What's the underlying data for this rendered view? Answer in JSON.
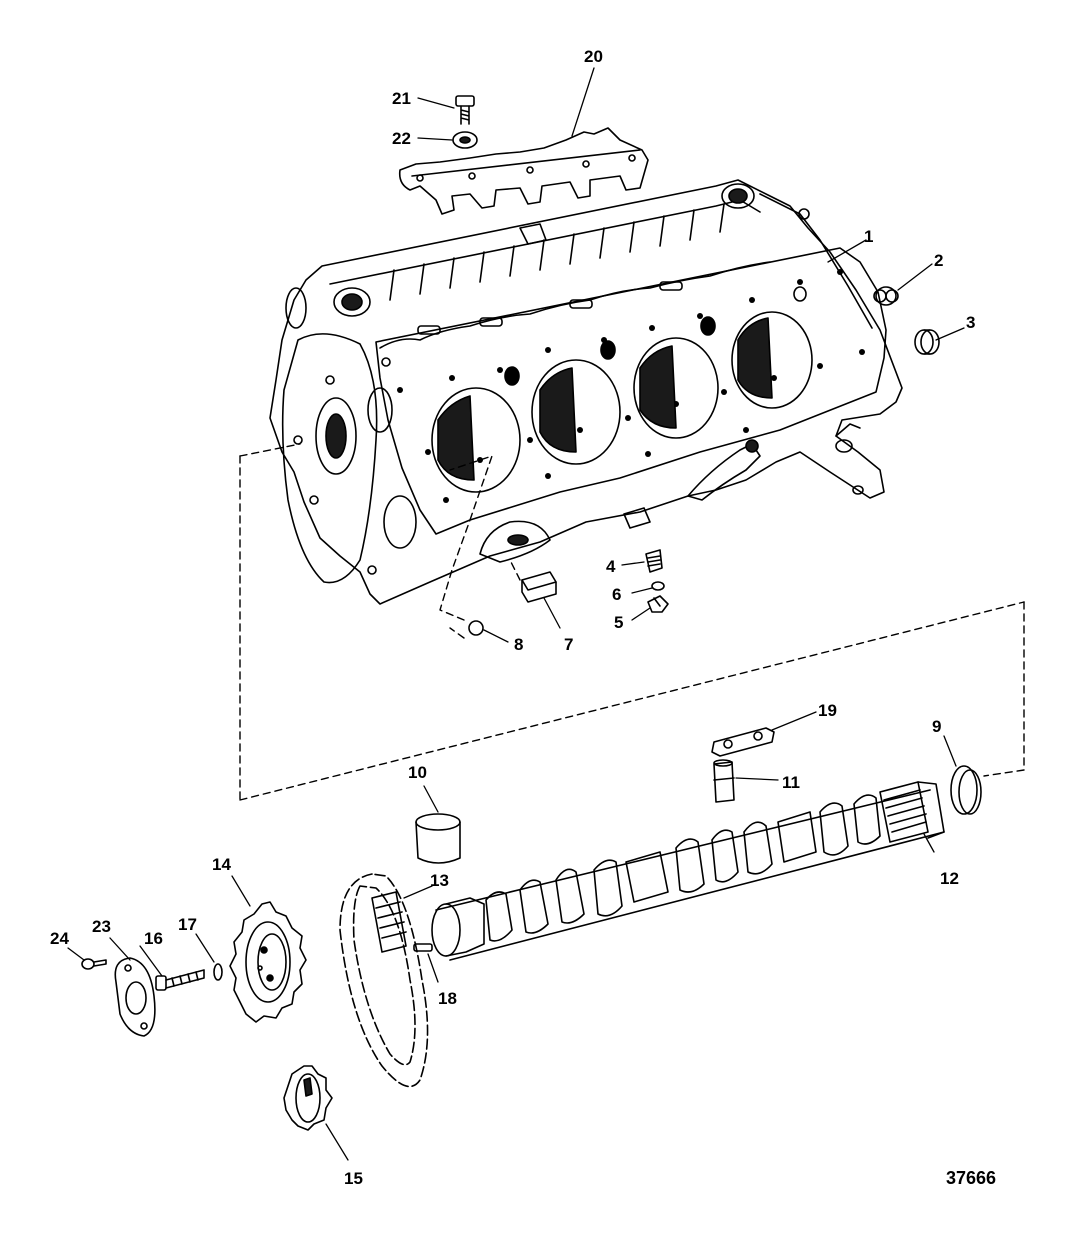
{
  "figure_number": "37666",
  "callouts": [
    "1",
    "2",
    "3",
    "4",
    "5",
    "6",
    "7",
    "8",
    "9",
    "10",
    "11",
    "12",
    "13",
    "14",
    "15",
    "16",
    "17",
    "18",
    "19",
    "20",
    "21",
    "22",
    "23",
    "24"
  ],
  "parts": {
    "engine_block": "engine-block",
    "expansion_plug": "expansion-plug",
    "camshaft": "camshaft",
    "camshaft_sprocket": "camshaft-sprocket",
    "crankshaft_sprocket": "crankshaft-sprocket",
    "timing_chain": "timing-chain"
  },
  "colors": {
    "line": "#000000",
    "background": "#ffffff",
    "dark_fill": "#1a1a1a"
  }
}
